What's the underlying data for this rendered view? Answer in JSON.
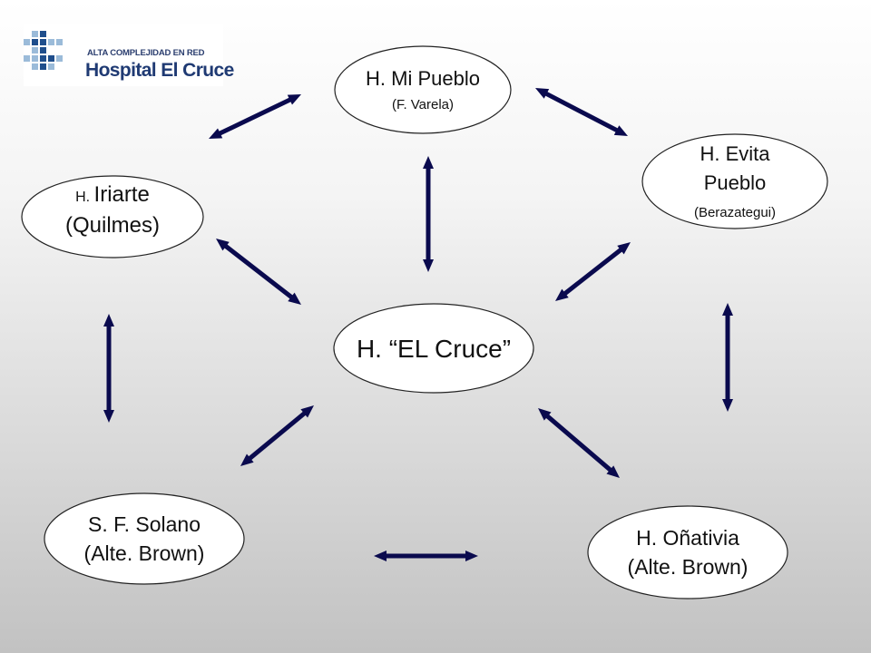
{
  "logo": {
    "tagline": "ALTA COMPLEJIDAD EN RED",
    "name": "Hospital El Cruce"
  },
  "colors": {
    "arrow": "#0a0a4e",
    "node_fill": "#ffffff",
    "node_stroke": "#222222",
    "logo_dark": "#1f4e8c",
    "logo_light": "#9bbbd9"
  },
  "nodes": {
    "mi_pueblo": {
      "lines": [
        "H. Mi Pueblo",
        "(F. Varela)"
      ]
    },
    "evita": {
      "lines": [
        "H. Evita",
        "Pueblo",
        "(Berazategui)"
      ]
    },
    "iriarte": {
      "lines": [
        {
          "prefix": "H.",
          "text": "Iriarte"
        },
        "(Quilmes)"
      ]
    },
    "cruce": {
      "lines": [
        "H. “EL Cruce”"
      ]
    },
    "solano": {
      "lines": [
        "S. F. Solano",
        "(Alte. Brown)"
      ]
    },
    "oniativia": {
      "lines": [
        "H. Oñativia",
        "(Alte. Brown)"
      ]
    }
  },
  "connections": [
    [
      "iriarte",
      "mi_pueblo"
    ],
    [
      "mi_pueblo",
      "evita"
    ],
    [
      "mi_pueblo",
      "cruce"
    ],
    [
      "iriarte",
      "cruce"
    ],
    [
      "evita",
      "cruce"
    ],
    [
      "iriarte",
      "solano"
    ],
    [
      "evita",
      "oniativia"
    ],
    [
      "solano",
      "cruce"
    ],
    [
      "oniativia",
      "cruce"
    ],
    [
      "solano",
      "oniativia"
    ]
  ]
}
